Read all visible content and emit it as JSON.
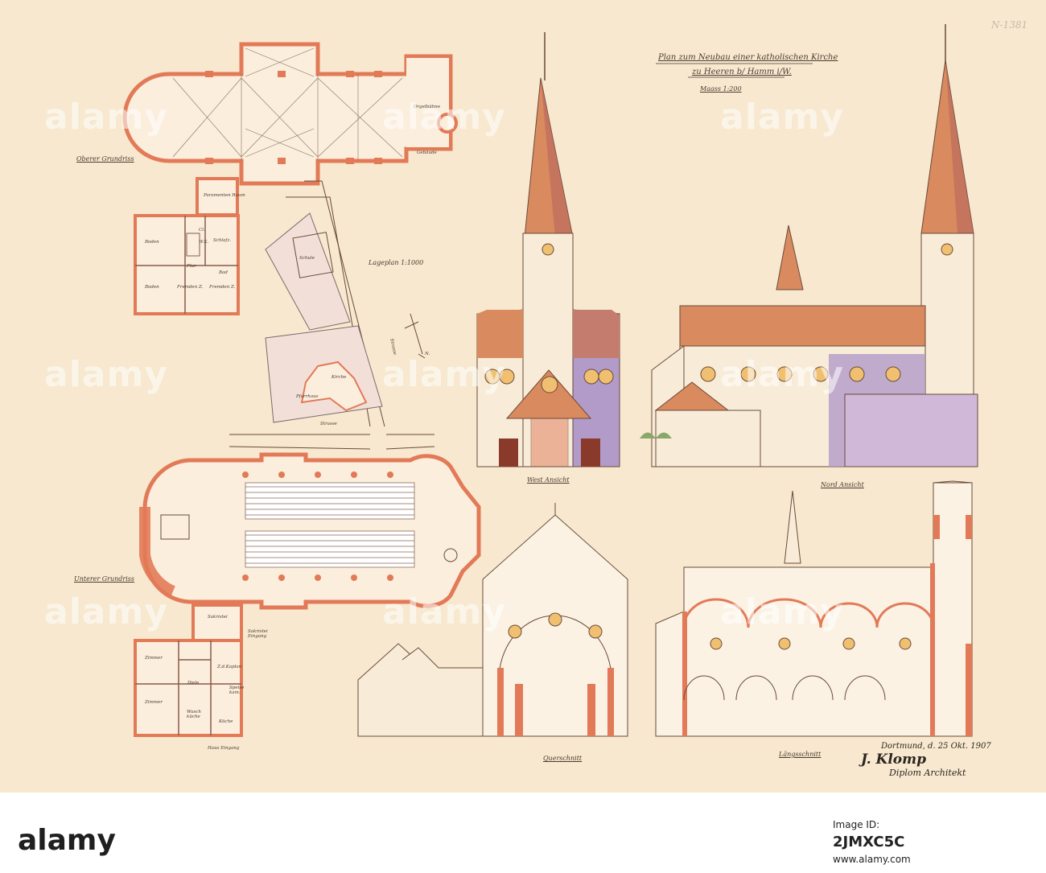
{
  "title": {
    "line1": "Plan zum Neubau einer katholischen Kirche",
    "line2": "zu Heeren b/ Hamm i/W.",
    "scale": "Maass 1:200"
  },
  "labels": {
    "upper_plan": "Oberer Grundriss",
    "lower_plan": "Unterer Grundriss",
    "site_plan": "Lageplan 1:1000",
    "west_view": "West Ansicht",
    "north_view": "Nord Ansicht",
    "cross_section": "Querschnitt",
    "long_section": "Längsschnitt",
    "orgelbuehne": "Orgelbühne",
    "gebaeude": "Gebäude",
    "paramenten": "Paramenten Raum",
    "schule": "Schule",
    "kirche": "Kirche",
    "pfarrhaus": "Pfarrhaus",
    "strasse": "Strasse",
    "strasse_v": "Strasse",
    "north_mark": "N.",
    "room_boden": "Boden",
    "room_cl": "Cl.",
    "room_wk": "W.K.",
    "room_schlafz": "Schlafz.",
    "room_flur": "Flur",
    "room_bad": "Bad",
    "room_boden2": "Boden",
    "room_fremden": "Fremden Z.",
    "room_fremden2": "Fremden Z.",
    "room_sakristei": "Sakristei",
    "room_sakristei_eingang": "Sakristei Eingang",
    "room_zimmer1": "Zimmer",
    "room_zimmer2": "Zimmer",
    "room_diele": "Diele",
    "room_kaplan": "Z.d.Kaplan",
    "room_speise": "Speise kam.",
    "room_waschkueche": "Wasch küche",
    "room_kueche": "Küche",
    "haus_eingang": "Haus Eingang",
    "archive_no": "N-1381"
  },
  "signature": {
    "date": "Dortmund, d. 25 Okt. 1907",
    "name": "J. Klomp",
    "title": "Diplom Architekt"
  },
  "watermark": "alamy",
  "footer": {
    "logo": "alamy",
    "image_id_label": "Image ID:",
    "image_id": "2JMXC5C",
    "site": "www.alamy.com"
  },
  "colors": {
    "paper": "#f7e8cf",
    "wall": "#e27a58",
    "roof": "#d98a5e",
    "shadow": "#9c7cba",
    "ink": "#4a3a30"
  }
}
